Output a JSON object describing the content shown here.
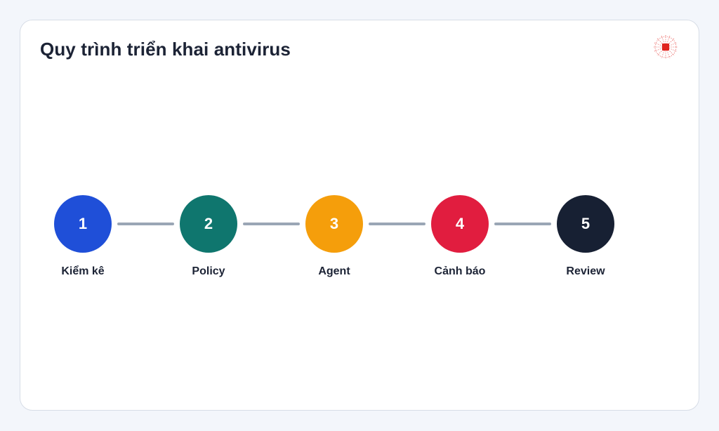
{
  "title": "Quy trình triển khai antivirus",
  "logo_icon": "shield-chip-icon",
  "accent_logo": "#e0241f",
  "connector_color": "#9aa6b5",
  "steps": [
    {
      "number": "1",
      "label": "Kiểm kê",
      "color": "#1f4fd8"
    },
    {
      "number": "2",
      "label": "Policy",
      "color": "#0f766e"
    },
    {
      "number": "3",
      "label": "Agent",
      "color": "#f59e0b"
    },
    {
      "number": "4",
      "label": "Cảnh báo",
      "color": "#e11d3f"
    },
    {
      "number": "5",
      "label": "Review",
      "color": "#172033"
    }
  ]
}
